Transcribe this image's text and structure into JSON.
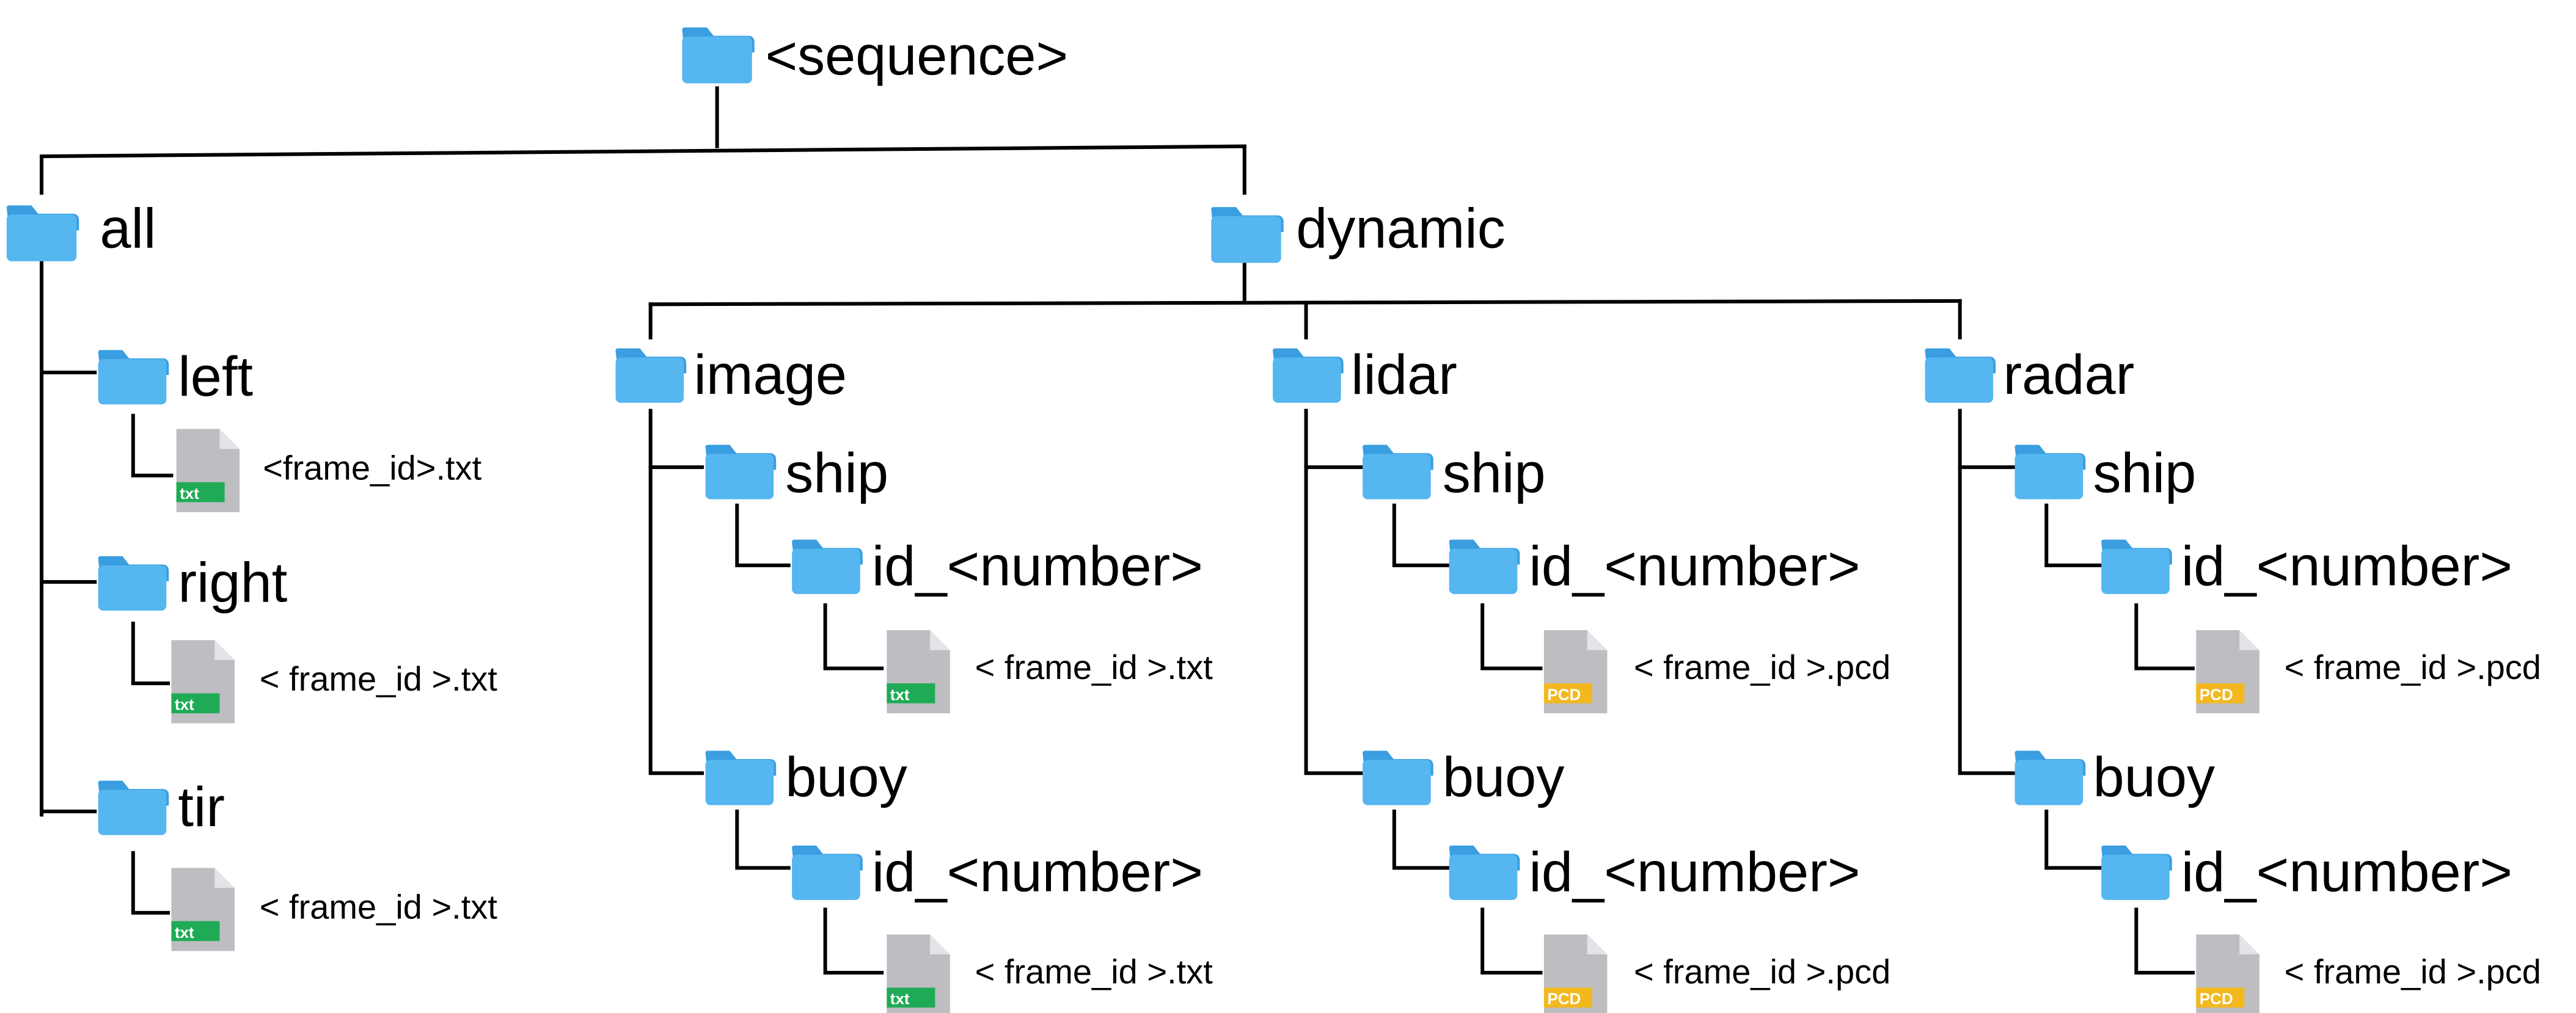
{
  "colors": {
    "folder": "#55b6f0",
    "folder_tab": "#3a9ee0",
    "file": "#bdbdc2",
    "txt_badge": "#1fab55",
    "pcd_badge": "#f2b81e"
  },
  "icons": {
    "folder": "folder-icon",
    "txt": "txt-file-icon",
    "pcd": "pcd-file-icon"
  },
  "badges": {
    "txt": "txt",
    "pcd": "PCD"
  },
  "nodes": {
    "sequence": "<sequence>",
    "all": "all",
    "left": "left",
    "left_file": "<frame_id>.txt",
    "right": "right",
    "right_file": "< frame_id >.txt",
    "tir": "tir",
    "tir_file": "< frame_id >.txt",
    "dynamic": "dynamic",
    "image": "image",
    "image_ship": "ship",
    "image_ship_id": "id_<number>",
    "image_ship_file": "< frame_id >.txt",
    "image_buoy": "buoy",
    "image_buoy_id": "id_<number>",
    "image_buoy_file": "< frame_id >.txt",
    "lidar": "lidar",
    "lidar_ship": "ship",
    "lidar_ship_id": "id_<number>",
    "lidar_ship_file": "< frame_id >.pcd",
    "lidar_buoy": "buoy",
    "lidar_buoy_id": "id_<number>",
    "lidar_buoy_file": "< frame_id >.pcd",
    "radar": "radar",
    "radar_ship": "ship",
    "radar_ship_id": "id_<number>",
    "radar_ship_file": "< frame_id >.pcd",
    "radar_buoy": "buoy",
    "radar_buoy_id": "id_<number>",
    "radar_buoy_file": "< frame_id >.pcd"
  }
}
